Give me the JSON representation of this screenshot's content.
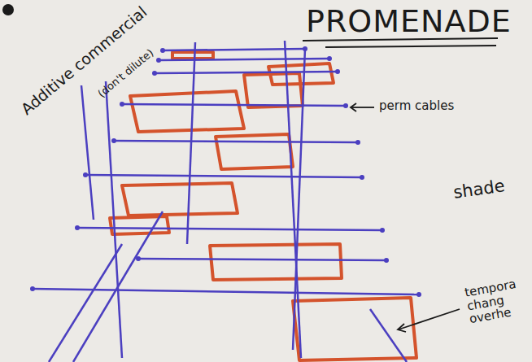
{
  "diagram": {
    "title": "PROMENADE",
    "labels": [
      "Additive commercial",
      "(don't dilute)",
      "perm cables",
      "shade",
      "tempora chang overhe"
    ]
  }
}
